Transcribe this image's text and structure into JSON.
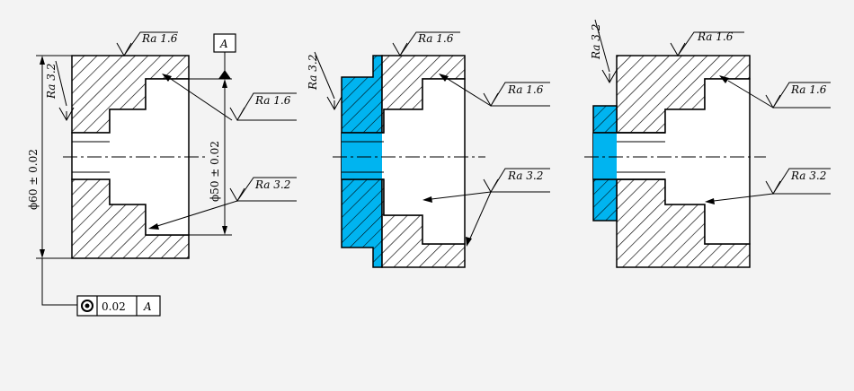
{
  "colors": {
    "background": "#f3f3f3",
    "ink": "#000000",
    "highlight": "#00b4f0"
  },
  "figures": [
    {
      "id": "original",
      "surface_labels": [
        "Ra 1.6",
        "Ra 3.2",
        "Ra 1.6",
        "Ra 3.2"
      ],
      "datum": "A",
      "dimensions": [
        "ϕ60 ± 0.02",
        "ϕ50 ± 0.02"
      ],
      "tolerance_frame": {
        "symbol": "concentricity-icon",
        "value": "0.02",
        "datum": "A"
      }
    },
    {
      "id": "variant-1",
      "surface_labels": [
        "Ra 3.2",
        "Ra 1.6",
        "Ra 1.6",
        "Ra 3.2"
      ]
    },
    {
      "id": "variant-2",
      "surface_labels": [
        "Ra 3.2",
        "Ra 1.6",
        "Ra 1.6",
        "Ra 3.2"
      ]
    }
  ]
}
